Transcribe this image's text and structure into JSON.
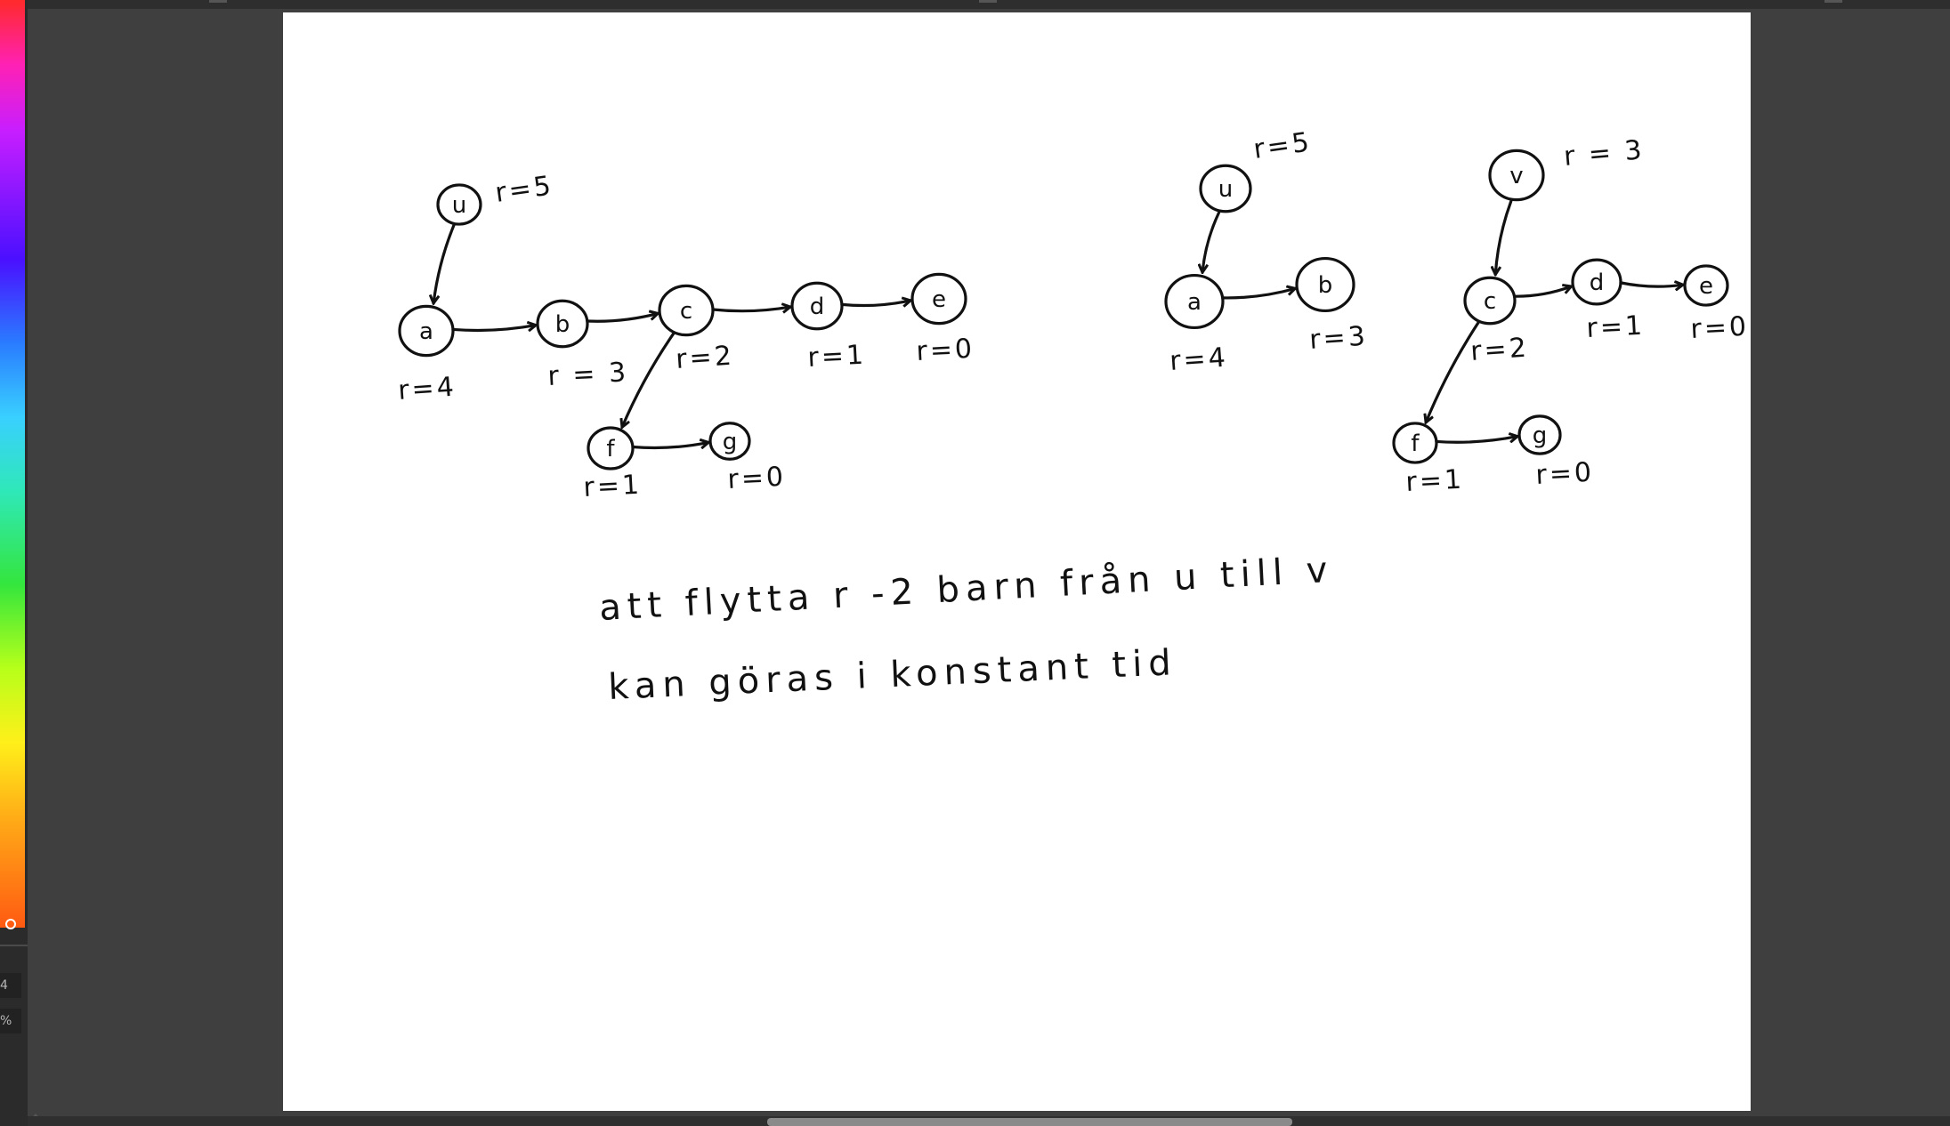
{
  "side_panel": {
    "size_value": "4",
    "opacity_value": "%"
  },
  "colors": {
    "ink": "#111111",
    "canvas": "#ffffff",
    "workspace": "#3f3f3f"
  },
  "graph_left": {
    "nodes": [
      {
        "id": "u",
        "label": "u",
        "rank": "r=5"
      },
      {
        "id": "a",
        "label": "a",
        "rank": "r=4"
      },
      {
        "id": "b",
        "label": "b",
        "rank": "r = 3"
      },
      {
        "id": "c",
        "label": "c",
        "rank": "r=2"
      },
      {
        "id": "d",
        "label": "d",
        "rank": "r=1"
      },
      {
        "id": "e",
        "label": "e",
        "rank": "r=0"
      },
      {
        "id": "f",
        "label": "f",
        "rank": "r=1"
      },
      {
        "id": "g",
        "label": "g",
        "rank": "r=0"
      }
    ],
    "edges": [
      [
        "u",
        "a"
      ],
      [
        "a",
        "b"
      ],
      [
        "b",
        "c"
      ],
      [
        "c",
        "d"
      ],
      [
        "d",
        "e"
      ],
      [
        "c",
        "f"
      ],
      [
        "f",
        "g"
      ]
    ]
  },
  "graph_mid": {
    "nodes": [
      {
        "id": "u",
        "label": "u",
        "rank": "r=5"
      },
      {
        "id": "a",
        "label": "a",
        "rank": "r=4"
      },
      {
        "id": "b",
        "label": "b",
        "rank": "r=3"
      }
    ],
    "edges": [
      [
        "u",
        "a"
      ],
      [
        "a",
        "b"
      ]
    ]
  },
  "graph_right": {
    "nodes": [
      {
        "id": "v",
        "label": "v",
        "rank": "r = 3"
      },
      {
        "id": "c",
        "label": "c",
        "rank": "r=2"
      },
      {
        "id": "d",
        "label": "d",
        "rank": "r=1"
      },
      {
        "id": "e",
        "label": "e",
        "rank": "r=0"
      },
      {
        "id": "f",
        "label": "f",
        "rank": "r=1"
      },
      {
        "id": "g",
        "label": "g",
        "rank": "r=0"
      }
    ],
    "edges": [
      [
        "v",
        "c"
      ],
      [
        "c",
        "d"
      ],
      [
        "d",
        "e"
      ],
      [
        "c",
        "f"
      ],
      [
        "f",
        "g"
      ]
    ]
  },
  "note": {
    "line1": "att flytta r -2 barn från u till v",
    "line2": "kan göras i konstant tid"
  }
}
